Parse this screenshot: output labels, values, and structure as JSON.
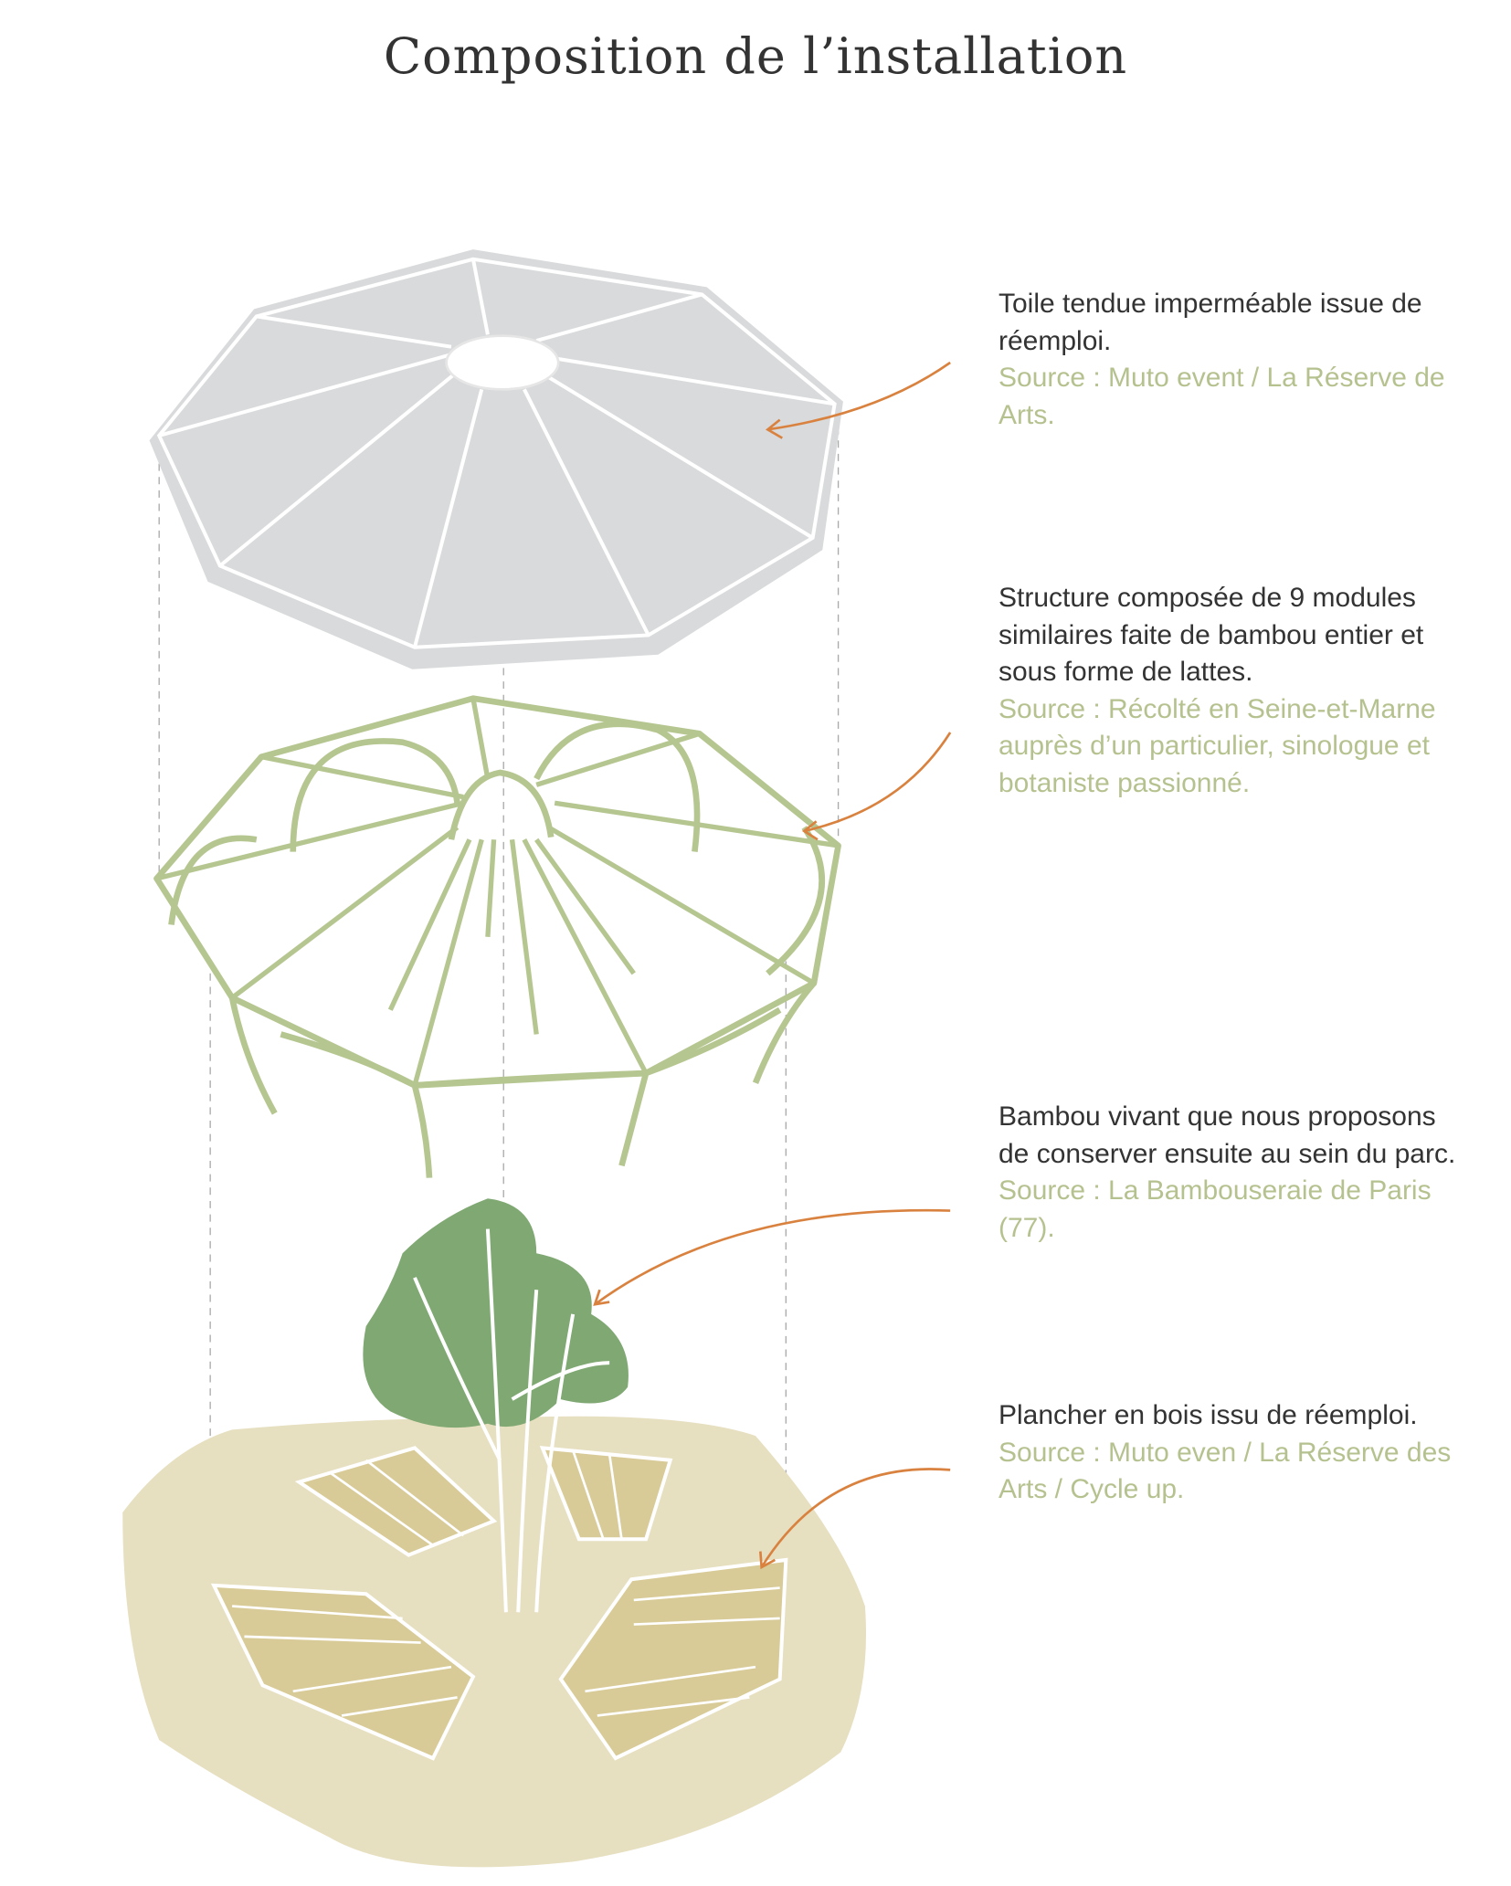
{
  "title": "Composition de l’installation",
  "notes": [
    {
      "text": "Toile tendue imperméable issue de réemploi.",
      "source": "Source : Muto event / La Réserve de Arts."
    },
    {
      "text": "Structure composée de 9 modules similaires faite de bambou entier et sous forme de lattes.",
      "source": "Source : Récolté en Seine-et-Marne auprès d’un particulier, sinologue et botaniste passionné."
    },
    {
      "text": "Bambou vivant que nous proposons de conserver ensuite au sein du parc.",
      "source": "Source : La Bambouseraie de Paris (77)."
    },
    {
      "text": "Plancher en bois issu de réemploi.",
      "source": "Source : Muto even / La Réserve des Arts / Cycle up."
    }
  ],
  "colors": {
    "roof": "#d9dadb",
    "structure": "#b5c690",
    "ground": "#e6dfc0",
    "bench": "#d8cb98",
    "tree": "#7fa872",
    "arrow": "#d9823f",
    "text": "#333333",
    "source": "#b5c28f"
  }
}
